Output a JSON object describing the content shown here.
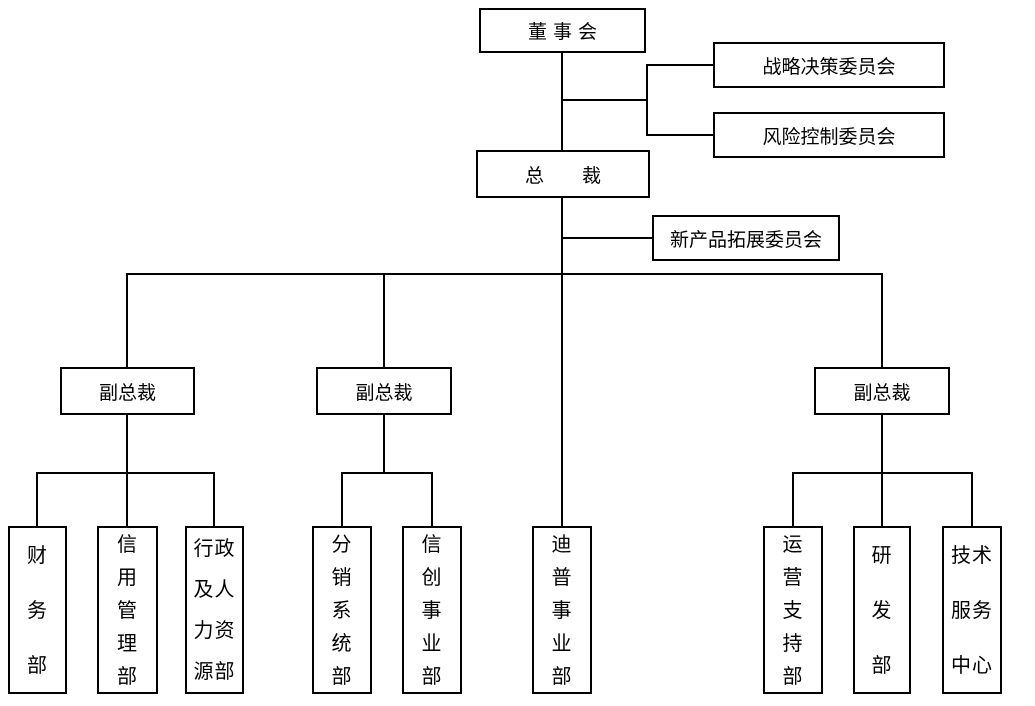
{
  "diagram": {
    "type": "org-chart",
    "nodes": {
      "board": "董 事 会",
      "strategy_committee": "战略决策委员会",
      "risk_committee": "风险控制委员会",
      "president": "总　　裁",
      "new_product_committee": "新产品拓展委员会",
      "vp_left": "副总裁",
      "vp_middle": "副总裁",
      "vp_right": "副总裁",
      "dept_finance": "财\n务\n部",
      "dept_credit": "信\n用\n管\n理\n部",
      "dept_admin_hr": "行政\n及人\n力资\n源部",
      "dept_distribution": "分\n销\n系\n统\n部",
      "dept_xinchuang": "信\n创\n事\n业\n部",
      "dept_dipu": "迪\n普\n事\n业\n部",
      "dept_operations": "运\n营\n支\n持\n部",
      "dept_rnd": "研\n发\n部",
      "dept_tech_center": "技术\n服务\n中心"
    },
    "hierarchy": {
      "root": "董事会",
      "edges": [
        [
          "董事会",
          "战略决策委员会"
        ],
        [
          "董事会",
          "风险控制委员会"
        ],
        [
          "董事会",
          "总裁"
        ],
        [
          "总裁",
          "新产品拓展委员会"
        ],
        [
          "总裁",
          "副总裁(左)"
        ],
        [
          "总裁",
          "副总裁(中)"
        ],
        [
          "总裁",
          "迪普事业部"
        ],
        [
          "总裁",
          "副总裁(右)"
        ],
        [
          "副总裁(左)",
          "财务部"
        ],
        [
          "副总裁(左)",
          "信用管理部"
        ],
        [
          "副总裁(左)",
          "行政及人力资源部"
        ],
        [
          "副总裁(中)",
          "分销系统部"
        ],
        [
          "副总裁(中)",
          "信创事业部"
        ],
        [
          "副总裁(右)",
          "运营支持部"
        ],
        [
          "副总裁(右)",
          "研发部"
        ],
        [
          "副总裁(右)",
          "技术服务中心"
        ]
      ]
    },
    "colors": {
      "line": "#000000",
      "background": "#ffffff",
      "text": "#000000"
    }
  }
}
